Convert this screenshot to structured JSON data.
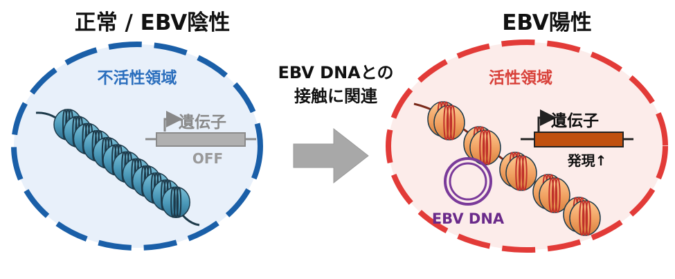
{
  "left_panel": {
    "title": "正常 / EBV陰性",
    "region_label": "不活性領域",
    "gene_label": "遺伝子",
    "gene_state": "OFF"
  },
  "middle": {
    "line1": "EBV DNAとの",
    "line2": "接触に関連"
  },
  "right_panel": {
    "title": "EBV陽性",
    "region_label": "活性領域",
    "gene_label": "遺伝子",
    "expression_label": "発現↑",
    "episome_label": "EBV DNA"
  },
  "colors": {
    "inactive_border": "#1a5fa8",
    "inactive_fill": "#e8f0fa",
    "inactive_text": "#2a6ebd",
    "nucleosome_blue": "#4a98b8",
    "active_border": "#e23b38",
    "active_fill": "#fcecea",
    "active_text": "#d8413a",
    "nucleosome_orange": "#f0a060",
    "gene_off": "#b0b0b0",
    "gene_on": "#c0500f",
    "episome": "#7a3a9a",
    "arrow": "#a8a8a8"
  }
}
